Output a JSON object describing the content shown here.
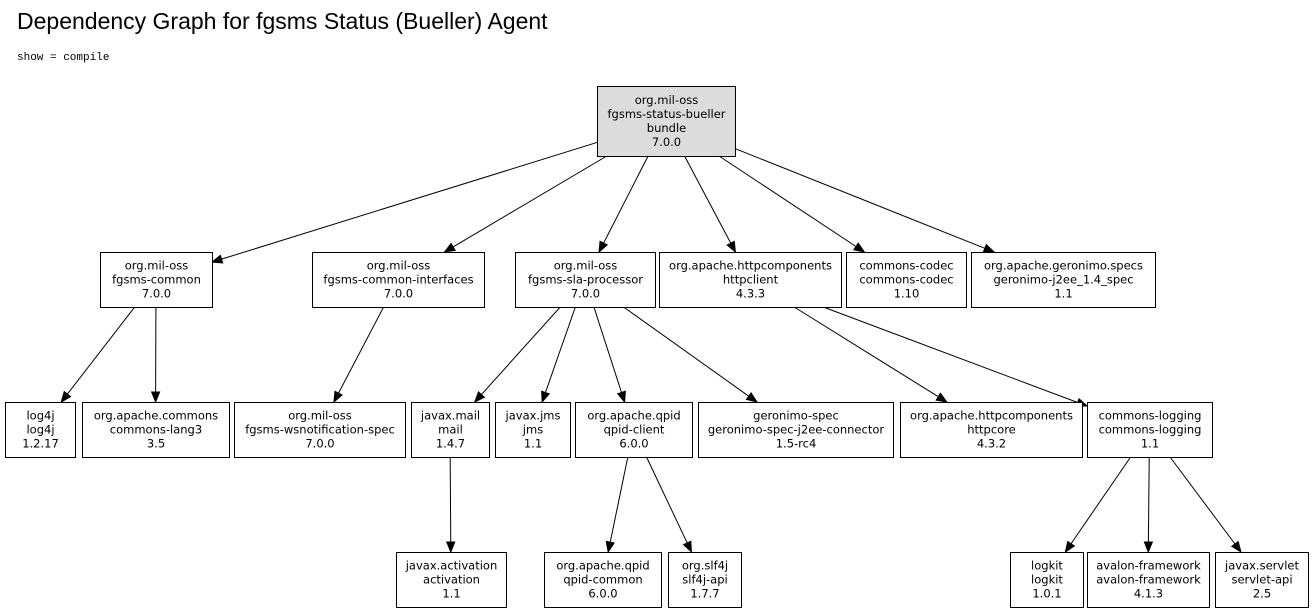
{
  "title": "Dependency Graph for fgsms Status (Bueller) Agent",
  "subtitle": "show = compile",
  "nodes": [
    {
      "id": "root",
      "lines": [
        "org.mil-oss",
        "fgsms-status-bueller",
        "bundle",
        "7.0.0"
      ]
    },
    {
      "id": "fgsms-common",
      "lines": [
        "org.mil-oss",
        "fgsms-common",
        "7.0.0"
      ]
    },
    {
      "id": "fgsms-common-interfaces",
      "lines": [
        "org.mil-oss",
        "fgsms-common-interfaces",
        "7.0.0"
      ]
    },
    {
      "id": "fgsms-sla-processor",
      "lines": [
        "org.mil-oss",
        "fgsms-sla-processor",
        "7.0.0"
      ]
    },
    {
      "id": "httpclient",
      "lines": [
        "org.apache.httpcomponents",
        "httpclient",
        "4.3.3"
      ]
    },
    {
      "id": "commons-codec",
      "lines": [
        "commons-codec",
        "commons-codec",
        "1.10"
      ]
    },
    {
      "id": "geronimo-j2ee",
      "lines": [
        "org.apache.geronimo.specs",
        "geronimo-j2ee_1.4_spec",
        "1.1"
      ]
    },
    {
      "id": "log4j",
      "lines": [
        "log4j",
        "log4j",
        "1.2.17"
      ]
    },
    {
      "id": "commons-lang3",
      "lines": [
        "org.apache.commons",
        "commons-lang3",
        "3.5"
      ]
    },
    {
      "id": "fgsms-wsnotification-spec",
      "lines": [
        "org.mil-oss",
        "fgsms-wsnotification-spec",
        "7.0.0"
      ]
    },
    {
      "id": "mail",
      "lines": [
        "javax.mail",
        "mail",
        "1.4.7"
      ]
    },
    {
      "id": "jms",
      "lines": [
        "javax.jms",
        "jms",
        "1.1"
      ]
    },
    {
      "id": "qpid-client",
      "lines": [
        "org.apache.qpid",
        "qpid-client",
        "6.0.0"
      ]
    },
    {
      "id": "geronimo-connector",
      "lines": [
        "geronimo-spec",
        "geronimo-spec-j2ee-connector",
        "1.5-rc4"
      ]
    },
    {
      "id": "httpcore",
      "lines": [
        "org.apache.httpcomponents",
        "httpcore",
        "4.3.2"
      ]
    },
    {
      "id": "commons-logging",
      "lines": [
        "commons-logging",
        "commons-logging",
        "1.1"
      ]
    },
    {
      "id": "activation",
      "lines": [
        "javax.activation",
        "activation",
        "1.1"
      ]
    },
    {
      "id": "qpid-common",
      "lines": [
        "org.apache.qpid",
        "qpid-common",
        "6.0.0"
      ]
    },
    {
      "id": "slf4j-api",
      "lines": [
        "org.slf4j",
        "slf4j-api",
        "1.7.7"
      ]
    },
    {
      "id": "logkit",
      "lines": [
        "logkit",
        "logkit",
        "1.0.1"
      ]
    },
    {
      "id": "avalon-framework",
      "lines": [
        "avalon-framework",
        "avalon-framework",
        "4.1.3"
      ]
    },
    {
      "id": "servlet-api",
      "lines": [
        "javax.servlet",
        "servlet-api",
        "2.5"
      ]
    }
  ],
  "edges": [
    {
      "from": "root",
      "to": "fgsms-common"
    },
    {
      "from": "root",
      "to": "fgsms-common-interfaces"
    },
    {
      "from": "root",
      "to": "fgsms-sla-processor"
    },
    {
      "from": "root",
      "to": "httpclient"
    },
    {
      "from": "root",
      "to": "commons-codec"
    },
    {
      "from": "root",
      "to": "geronimo-j2ee"
    },
    {
      "from": "fgsms-common",
      "to": "log4j"
    },
    {
      "from": "fgsms-common",
      "to": "commons-lang3"
    },
    {
      "from": "fgsms-common-interfaces",
      "to": "fgsms-wsnotification-spec"
    },
    {
      "from": "fgsms-sla-processor",
      "to": "mail"
    },
    {
      "from": "fgsms-sla-processor",
      "to": "jms"
    },
    {
      "from": "fgsms-sla-processor",
      "to": "qpid-client"
    },
    {
      "from": "fgsms-sla-processor",
      "to": "geronimo-connector"
    },
    {
      "from": "httpclient",
      "to": "httpcore"
    },
    {
      "from": "httpclient",
      "to": "commons-logging"
    },
    {
      "from": "mail",
      "to": "activation"
    },
    {
      "from": "qpid-client",
      "to": "qpid-common"
    },
    {
      "from": "qpid-client",
      "to": "slf4j-api"
    },
    {
      "from": "commons-logging",
      "to": "logkit"
    },
    {
      "from": "commons-logging",
      "to": "avalon-framework"
    },
    {
      "from": "commons-logging",
      "to": "servlet-api"
    }
  ]
}
